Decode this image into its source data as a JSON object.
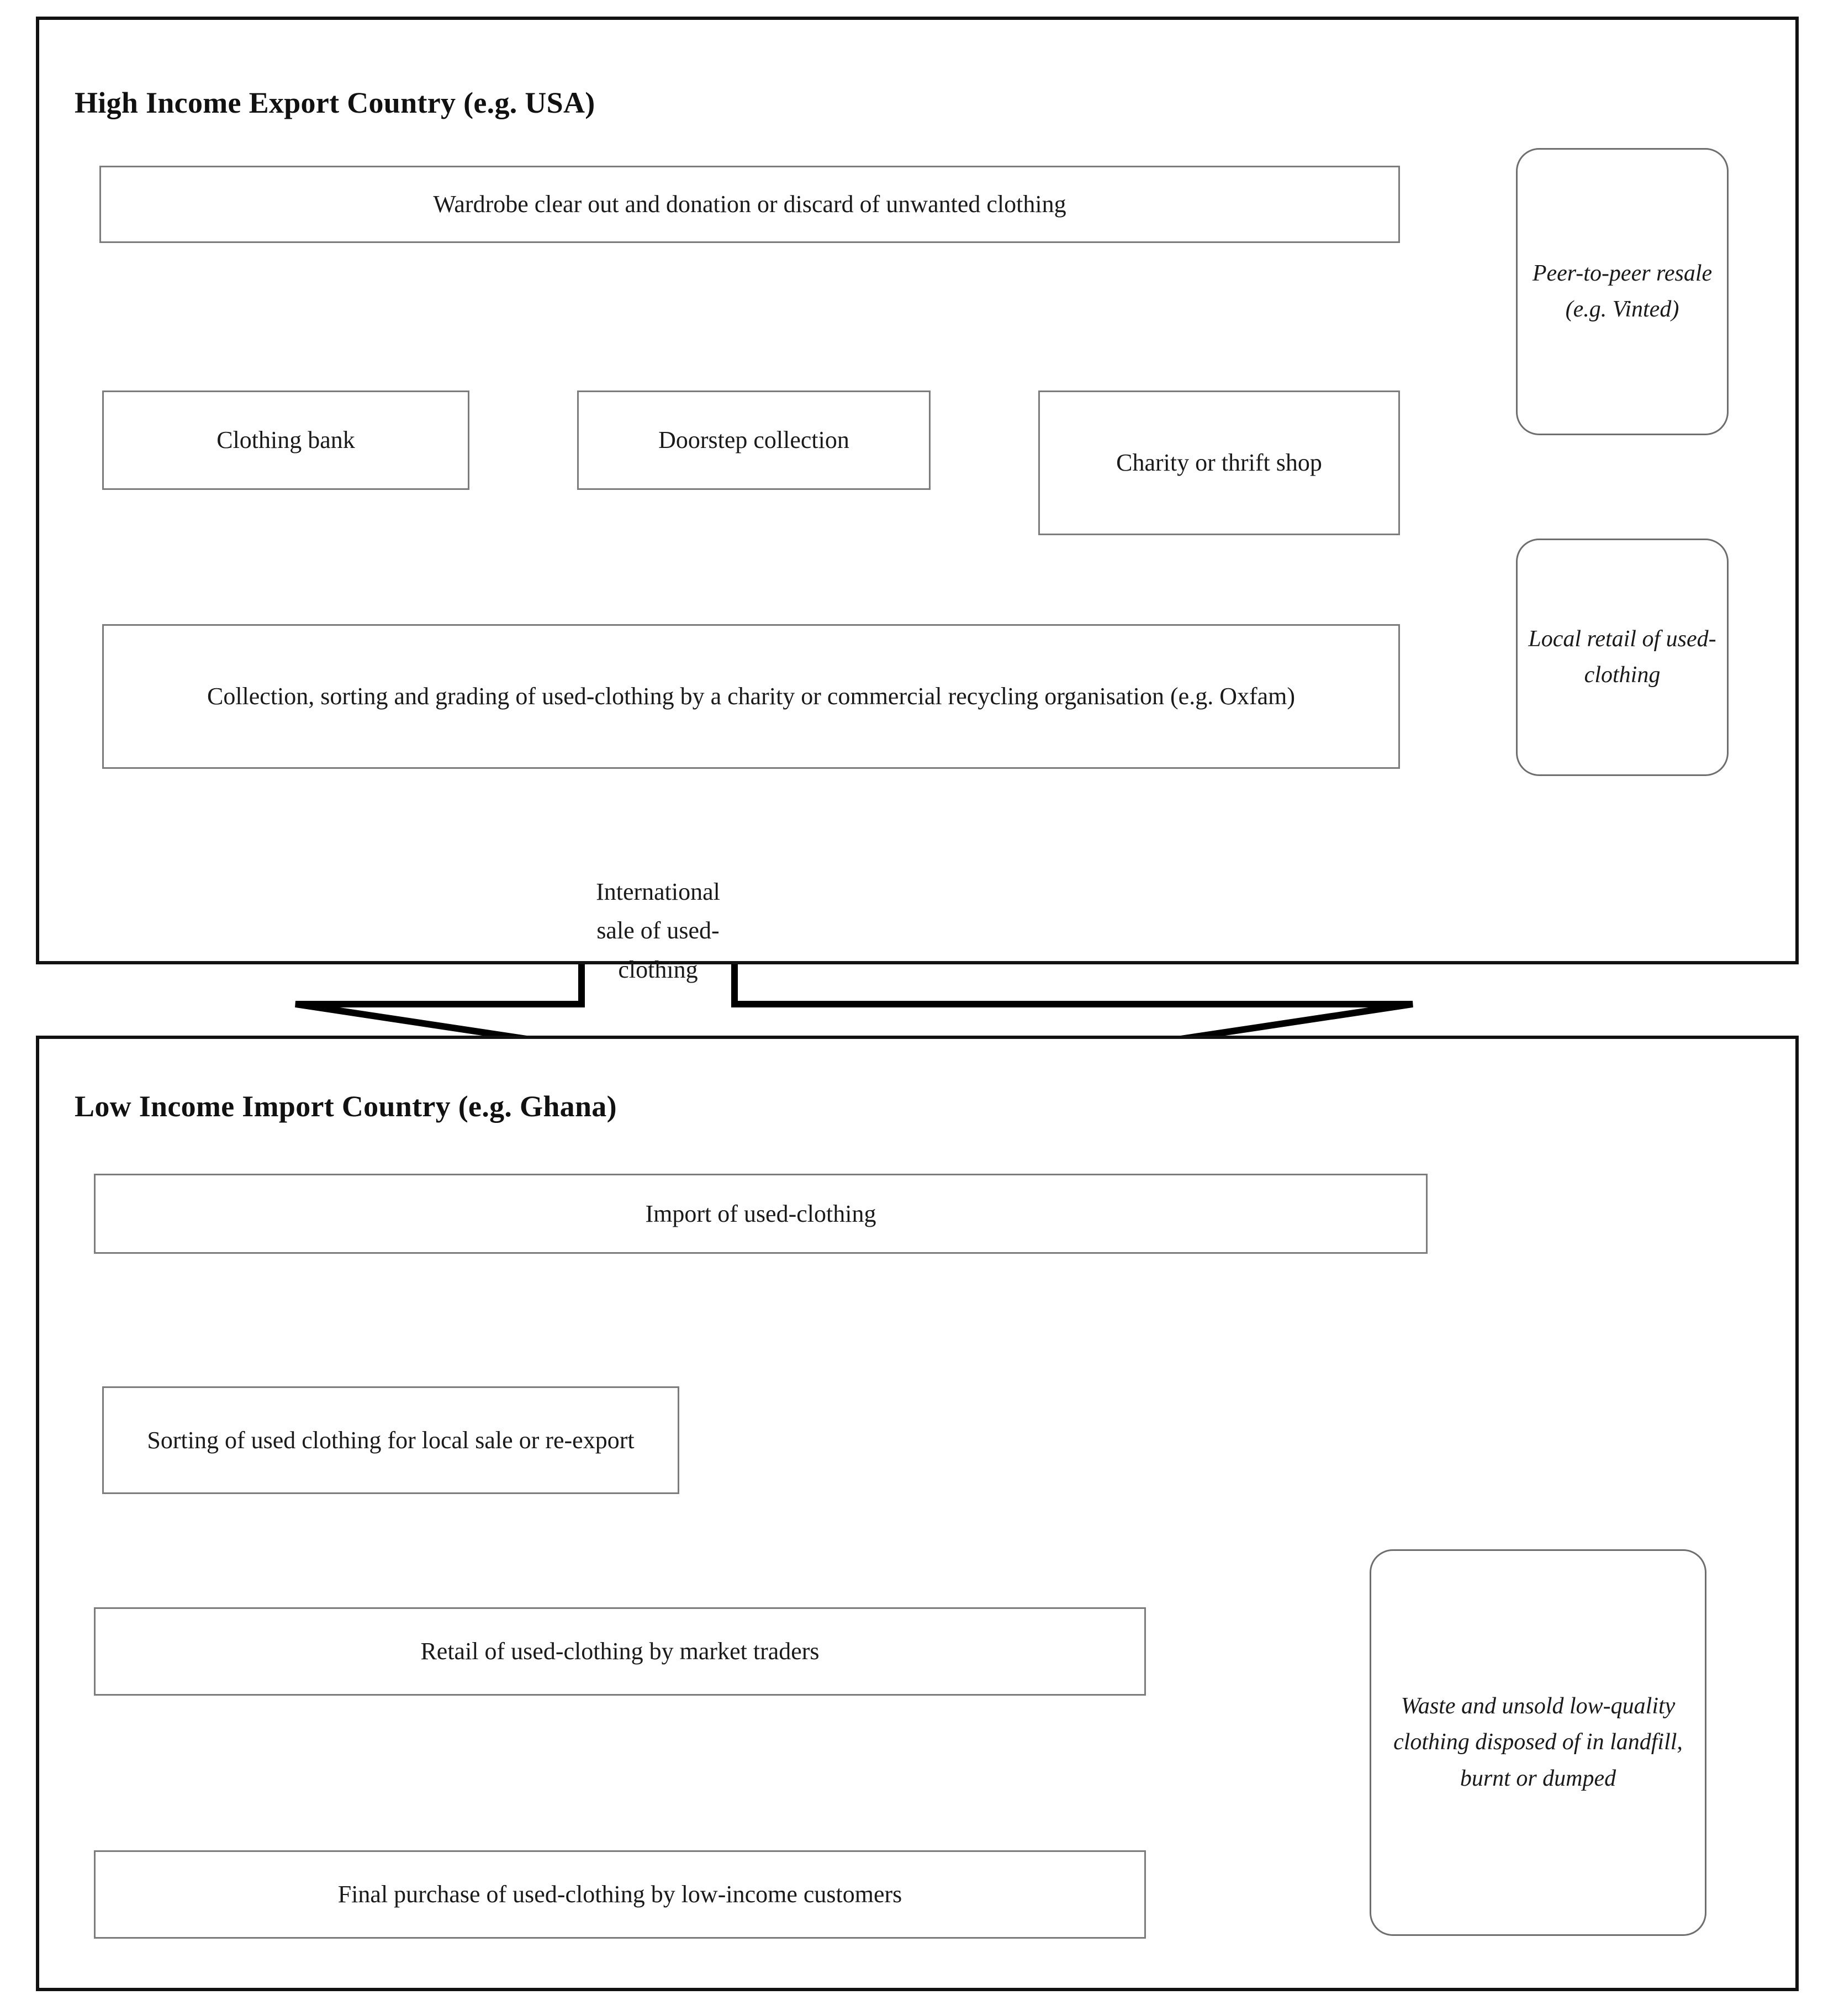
{
  "diagram": {
    "title_top": "High Income Export Country (e.g. USA)",
    "title_bottom": "Low Income Import Country (e.g. Ghana)"
  },
  "top_section": {
    "heading": "High Income Export Country (e.g. USA)",
    "nodes": {
      "wardrobe": "Wardrobe clear out and donation or discard of unwanted clothing",
      "clothing_bank": "Clothing bank",
      "doorstep": "Doorstep collection",
      "charity_shop": "Charity or thrift shop",
      "collection_sorting": "Collection, sorting and grading of used-clothing by a charity or commercial recycling organisation (e.g. Oxfam)",
      "peer_resale": "Peer-to-peer resale (e.g. Vinted)",
      "local_retail": "Local retail of used-clothing"
    }
  },
  "transition": {
    "label": "International sale of used-clothing"
  },
  "bottom_section": {
    "heading": "Low Income Import Country (e.g. Ghana)",
    "nodes": {
      "import": "Import of used-clothing",
      "sorting_local": "Sorting of used clothing for local sale or re-export",
      "retail_traders": "Retail of used-clothing by market traders",
      "final_purchase": "Final purchase of used-clothing by low-income customers",
      "waste": "Waste and unsold low-quality clothing disposed of in landfill, burnt or dumped"
    }
  },
  "colors": {
    "container_border": "#111111",
    "box_border": "#7c7c7c",
    "arrow": "#000000",
    "text": "#1a1a1a",
    "background": "#ffffff"
  }
}
